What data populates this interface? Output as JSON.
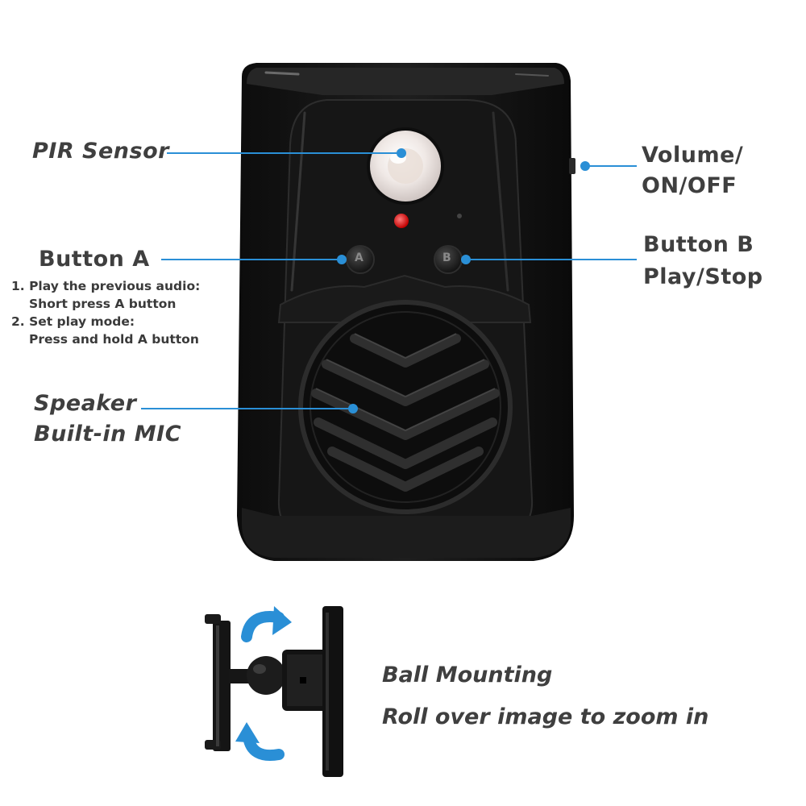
{
  "labels": {
    "pir_sensor": "PIR Sensor",
    "volume_line1": "Volume/",
    "volume_line2": "ON/OFF",
    "button_a": "Button A",
    "button_a_notes": [
      "1. Play the previous audio:",
      "Short press A button",
      "2. Set play mode:",
      "Press and hold A button"
    ],
    "button_b_line1": "Button B",
    "button_b_line2": "Play/Stop",
    "speaker_line1": "Speaker",
    "speaker_line2": "Built-in MIC",
    "ball_mounting": "Ball Mounting",
    "zoom_hint": "Roll over image to zoom in"
  },
  "buttons": {
    "a_glyph": "A",
    "b_glyph": "B"
  },
  "colors": {
    "callout_line": "#2a8fd6",
    "device_body": "#121212",
    "arrow_blue": "#2a8fd6",
    "led_red": "#e01b1b",
    "label_text": "#3f3f3f"
  },
  "icons": {
    "rotate_arrow_top": "curved-arrow-icon",
    "rotate_arrow_bottom": "curved-arrow-icon"
  }
}
